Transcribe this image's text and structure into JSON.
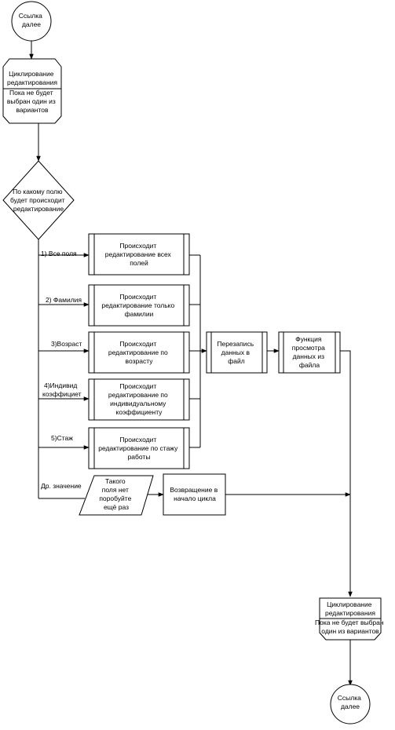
{
  "start_node": [
    "Ссылка",
    "далее"
  ],
  "loop_start": {
    "header": [
      "Циклирование",
      "редактирования"
    ],
    "body": [
      "Пока не будет",
      "выбран один из",
      "вариантов"
    ]
  },
  "decision": [
    "По какому полю",
    "будет происходит",
    "редактирование"
  ],
  "branches": [
    {
      "label": [
        "1) Все поля"
      ],
      "process": [
        "Происходит",
        "редактирование всех",
        "полей"
      ]
    },
    {
      "label": [
        "2) Фамилия"
      ],
      "process": [
        "Происходит",
        "редактирование только",
        "фамилии"
      ]
    },
    {
      "label": [
        "3)Возраст"
      ],
      "process": [
        "Происходит",
        "редактирование по",
        "возрасту"
      ]
    },
    {
      "label": [
        "4)Индивид",
        "коэффициет"
      ],
      "process": [
        "Происходит",
        "редактирование по",
        "индивидуальному",
        "коэффициенту"
      ]
    },
    {
      "label": [
        "5)Стаж"
      ],
      "process": [
        "Происходит",
        "редактирование по стажу",
        "работы"
      ]
    }
  ],
  "other_branch": {
    "label": [
      "Др. значение"
    ],
    "io": [
      "Такого",
      "поля нет",
      "поробуйте",
      "ещё раз"
    ],
    "process": [
      "Возвращение в",
      "начало цикла"
    ]
  },
  "write_file": [
    "Перезапись",
    "данных в",
    "файл"
  ],
  "view_function": [
    "Функция",
    "просмотра",
    "данных из",
    "файла"
  ],
  "loop_end": {
    "header": [
      "Циклирование",
      "редактирования"
    ],
    "body": [
      "Пока не будет выбран",
      "один из вариантов"
    ]
  },
  "end_node": [
    "Ссылка",
    "далее"
  ]
}
